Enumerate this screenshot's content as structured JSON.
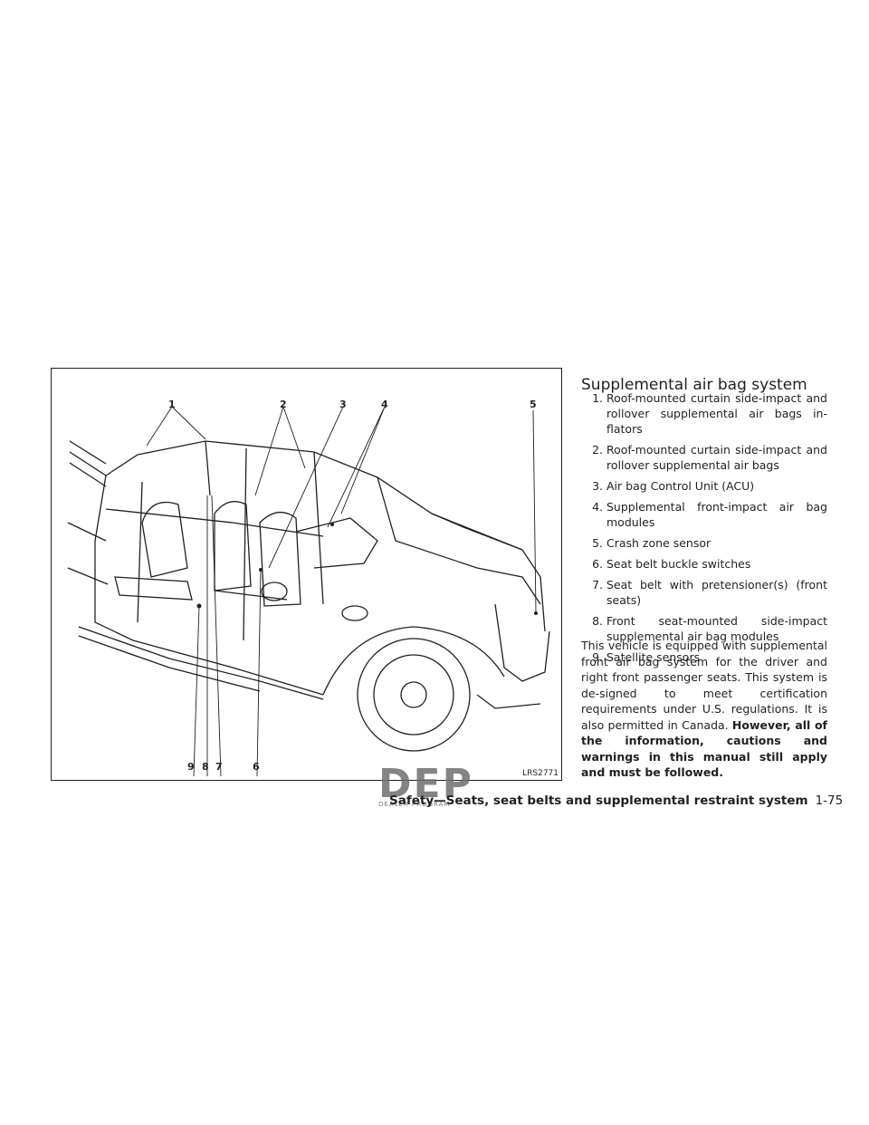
{
  "heading": "Supplemental air bag system",
  "figure": {
    "code": "LRS2771",
    "callouts": [
      "1",
      "2",
      "3",
      "4",
      "5",
      "9",
      "8",
      "7",
      "6"
    ]
  },
  "list": [
    {
      "num": "1.",
      "text": "Roof-mounted curtain side-impact and rollover supplemental air bags in-flators"
    },
    {
      "num": "2.",
      "text": "Roof-mounted curtain side-impact and rollover supplemental air bags"
    },
    {
      "num": "3.",
      "text": "Air bag Control Unit (ACU)"
    },
    {
      "num": "4.",
      "text": "Supplemental front-impact air bag modules"
    },
    {
      "num": "5.",
      "text": "Crash zone sensor"
    },
    {
      "num": "6.",
      "text": "Seat belt buckle switches"
    },
    {
      "num": "7.",
      "text": "Seat belt with pretensioner(s) (front seats)"
    },
    {
      "num": "8.",
      "text": "Front seat-mounted side-impact supplemental air bag modules"
    },
    {
      "num": "9.",
      "text": "Satellite sensors"
    }
  ],
  "body": {
    "plain": "This vehicle is equipped with supplemental front air bag system for the driver and right front passenger seats. This system is de-signed to meet certification requirements under U.S. regulations. It is also permitted in Canada. ",
    "bold": "However, all of the information, cautions and warnings in this manual still apply and must be followed."
  },
  "footer": {
    "section": "Safety—Seats, seat belts and supplemental restraint system",
    "page": "1-75"
  },
  "watermark": {
    "letters": "DEP",
    "sub": "DEALER PROGRAM"
  }
}
